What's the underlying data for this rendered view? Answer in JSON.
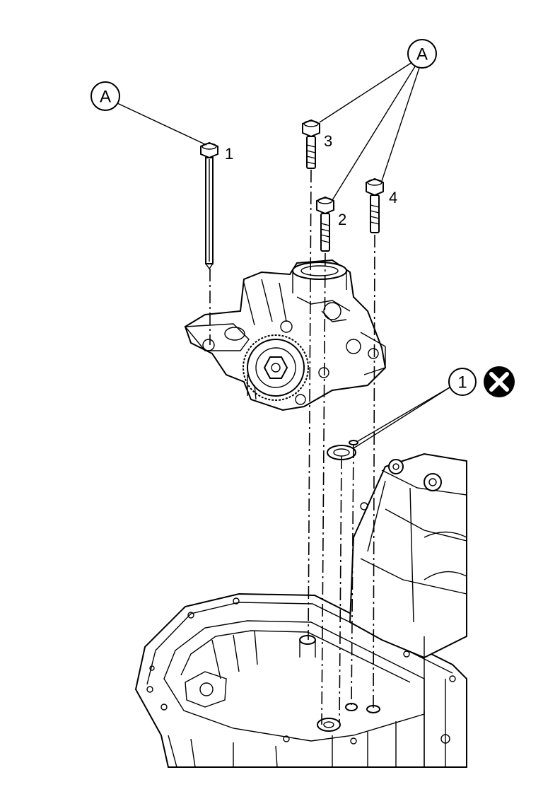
{
  "callouts": {
    "a_left": "A",
    "a_right": "A",
    "seal_ref": "1"
  },
  "bolts": [
    {
      "label": "1"
    },
    {
      "label": "2"
    },
    {
      "label": "3"
    },
    {
      "label": "4"
    }
  ],
  "icons": {
    "do_not_reuse": "x-circle-icon"
  }
}
